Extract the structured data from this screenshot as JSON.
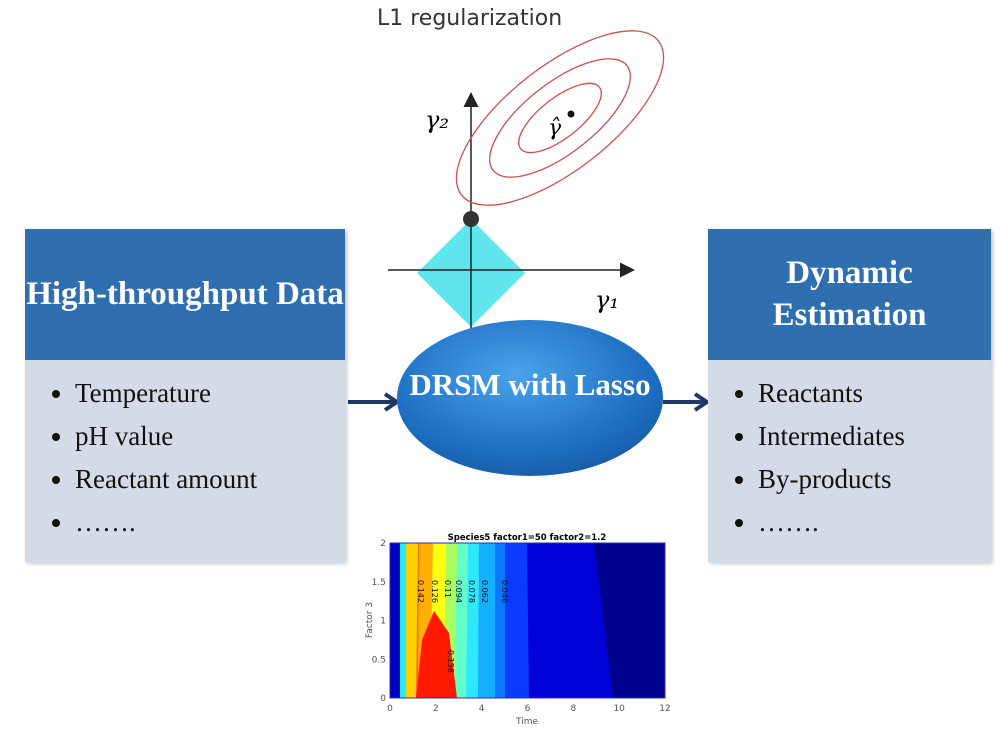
{
  "left_box": {
    "title": "High-throughput Data",
    "items": [
      "Temperature",
      "pH value",
      "Reactant amount",
      "……."
    ]
  },
  "right_box": {
    "title": "Dynamic Estimation",
    "items": [
      "Reactants",
      "Intermediates",
      "By-products",
      "……."
    ]
  },
  "center": {
    "label": "DRSM with Lasso"
  },
  "regularization": {
    "title": "L1 regularization",
    "axis_x": "γ₁",
    "axis_y": "γ₂",
    "estimate": "γ̂"
  },
  "contour_plot": {
    "title": "Species5 factor1=50 factor2=1.2",
    "xlabel": "Time",
    "ylabel": "Factor 3",
    "xticks": [
      "0",
      "2",
      "4",
      "6",
      "8",
      "10",
      "12"
    ],
    "yticks": [
      "0",
      "0.5",
      "1",
      "1.5",
      "2"
    ],
    "levels": [
      "0.158",
      "0.142",
      "0.126",
      "0.11",
      "0.094",
      "0.078",
      "0.062",
      "0.046"
    ]
  },
  "colors": {
    "header": "#2f6fb0",
    "body": "#d5dbe6",
    "arrow": "#1f3864",
    "diamond": "#5ee6ec",
    "ellipse": "#d05050"
  }
}
